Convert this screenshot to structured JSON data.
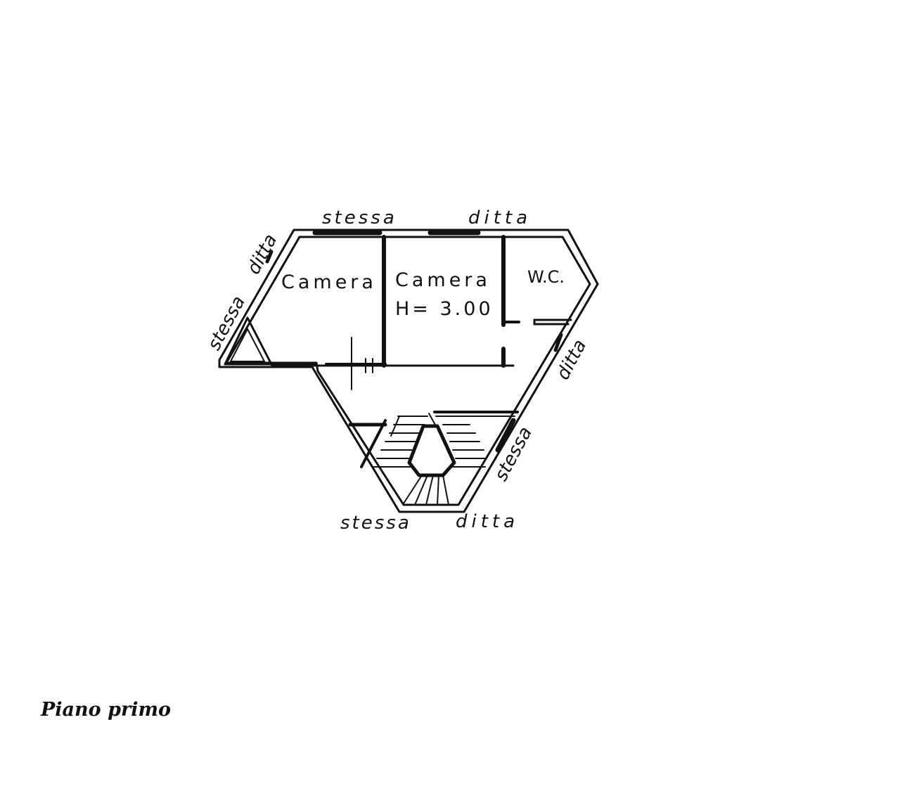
{
  "plan": {
    "rooms": {
      "camera_left": "Camera",
      "camera_center": "Camera",
      "height_note": "H= 3.00",
      "wc": "W.C."
    },
    "boundary_labels": {
      "top_left": "stessa",
      "top_right": "ditta",
      "left_top": "ditta",
      "left_bottom": "stessa",
      "right_top": "ditta",
      "right_bottom": "stessa",
      "bottom_left": "stessa",
      "bottom_right": "ditta"
    }
  },
  "caption": "Piano primo"
}
